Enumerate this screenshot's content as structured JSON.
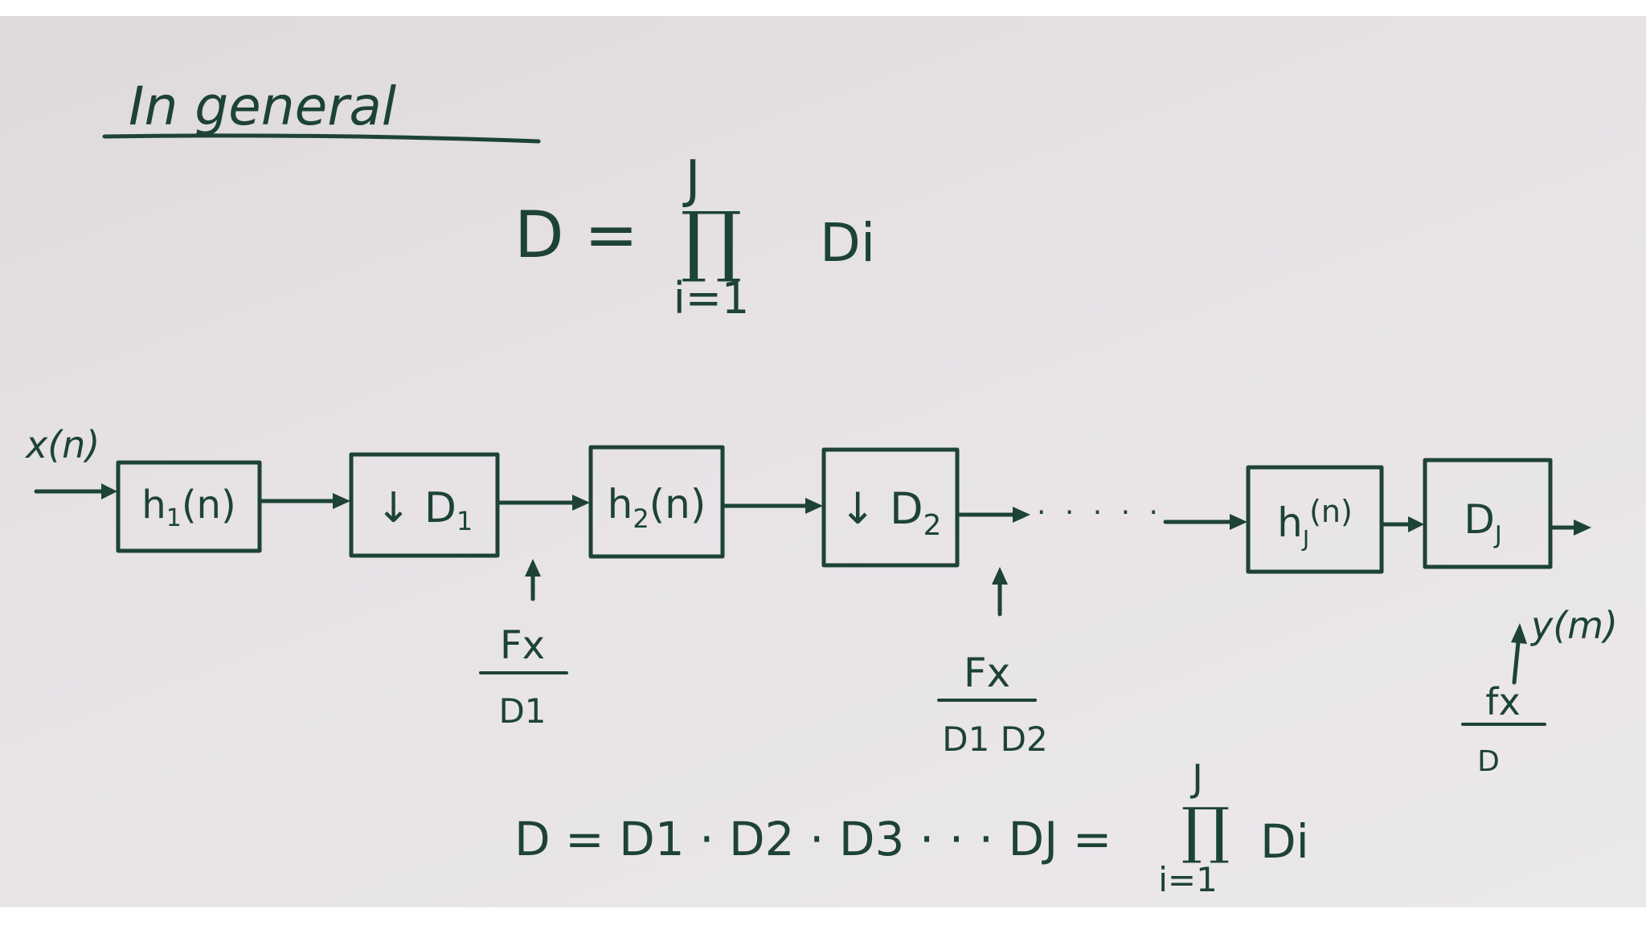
{
  "heading": "In general",
  "top_formula": {
    "lhs": "D =",
    "product_symbol": "∏",
    "upper_limit": "J",
    "lower_limit": "i=1",
    "operand": "Di"
  },
  "signals": {
    "input": "x(n)",
    "output": "y(m)"
  },
  "blocks": [
    {
      "id": "h1",
      "main": "h",
      "sub": "1",
      "tail": "(n)"
    },
    {
      "id": "d1",
      "main": "↓ D",
      "sub": "1",
      "tail": ""
    },
    {
      "id": "h2",
      "main": "h",
      "sub": "2",
      "tail": "(n)"
    },
    {
      "id": "d2",
      "main": "↓ D",
      "sub": "2",
      "tail": ""
    },
    {
      "id": "hJ",
      "main": "h",
      "sub": "J",
      "tail": "(n)"
    },
    {
      "id": "dJ",
      "main": "D",
      "sub": "J",
      "tail": ""
    }
  ],
  "continuation": "· · · · ·",
  "rates": [
    {
      "num": "Fx",
      "den": "D1"
    },
    {
      "num": "Fx",
      "den": "D1 D2"
    },
    {
      "num": "fx",
      "den": "D"
    }
  ],
  "bottom_formula": {
    "expansion": "D = D1 · D2 · D3 · · ·  DJ =",
    "product_symbol": "∏",
    "upper_limit": "J",
    "lower_limit": "i=1",
    "operand": "Di"
  },
  "colors": {
    "ink": "#1d4336",
    "board": "#e6e2e6"
  }
}
